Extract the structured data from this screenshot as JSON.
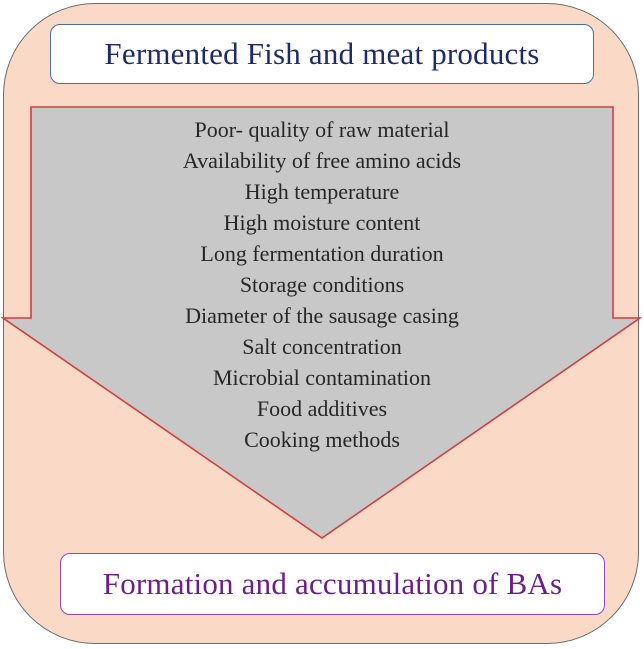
{
  "header": {
    "title": "Fermented Fish and meat products"
  },
  "factors": [
    "Poor- quality of raw material",
    "Availability of free amino acids",
    "High temperature",
    "High moisture content",
    "Long fermentation duration",
    "Storage conditions",
    "Diameter of the sausage casing",
    "Salt concentration",
    "Microbial contamination",
    "Food additives",
    "Cooking methods"
  ],
  "footer": {
    "result": "Formation and accumulation of BAs"
  },
  "colors": {
    "frame_fill": "#fbd9c7",
    "arrow_fill": "#c8c8c8",
    "arrow_stroke": "#d04040",
    "header_text": "#1f2a6b",
    "footer_text": "#6a1f8a"
  }
}
